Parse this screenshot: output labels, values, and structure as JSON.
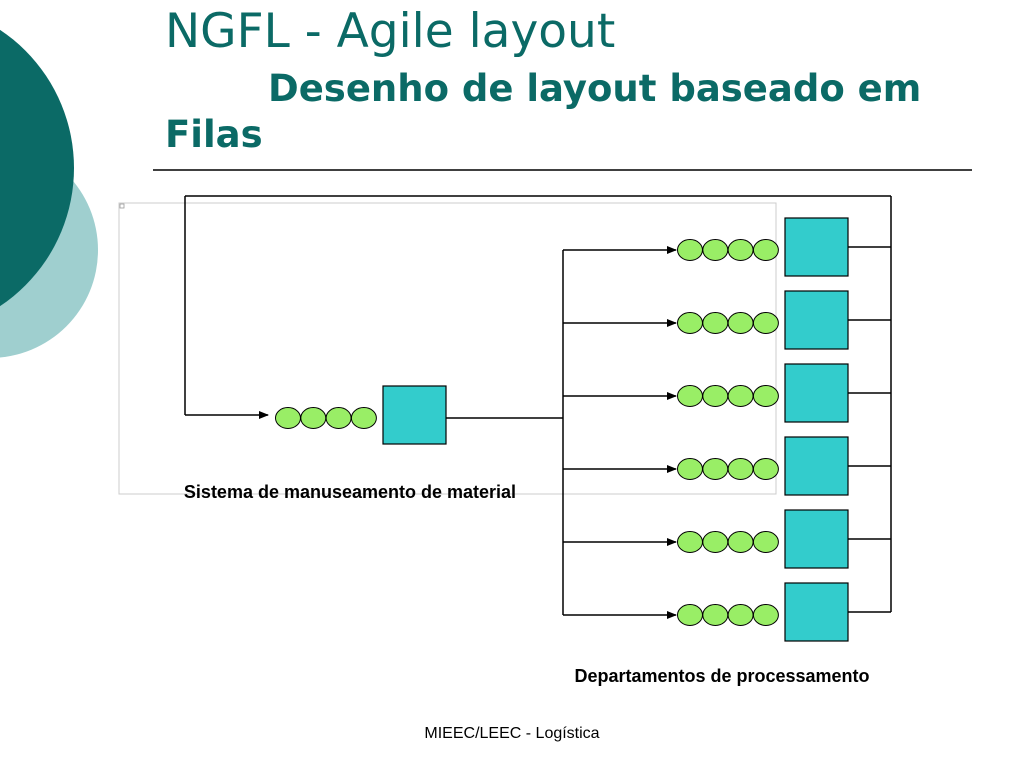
{
  "title": "NGFL - Agile layout",
  "subtitle_line1": "Desenho de layout baseado em",
  "subtitle_line2": "Filas",
  "diagram": {
    "left_label": "Sistema de manuseamento de material",
    "right_label": "Departamentos de processamento",
    "queue_length": 4,
    "department_count": 6
  },
  "footer": "MIEEC/LEEC - Logística",
  "colors": {
    "title": "#0b6a66",
    "deco_dark": "#0b6a66",
    "deco_light": "#9fcfcf",
    "queue_circle": "#99ee66",
    "station_box": "#33cccc"
  }
}
